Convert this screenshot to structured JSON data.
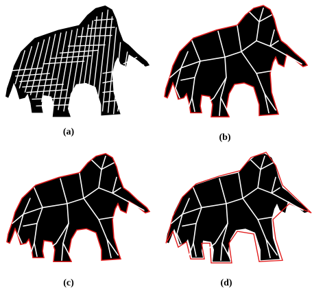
{
  "panels": [
    {
      "label": "(a)",
      "style": "dense-white-hatching",
      "outline": false
    },
    {
      "label": "(b)",
      "style": "skeleton-partition",
      "outline": true
    },
    {
      "label": "(c)",
      "style": "skeleton-partition",
      "outline": true
    },
    {
      "label": "(d)",
      "style": "skeleton-partition-rough",
      "outline": true
    }
  ],
  "colors": {
    "silhouette": "#000000",
    "skeleton": "#ffffff",
    "outline": "#e11b1b",
    "background": "#ffffff"
  }
}
